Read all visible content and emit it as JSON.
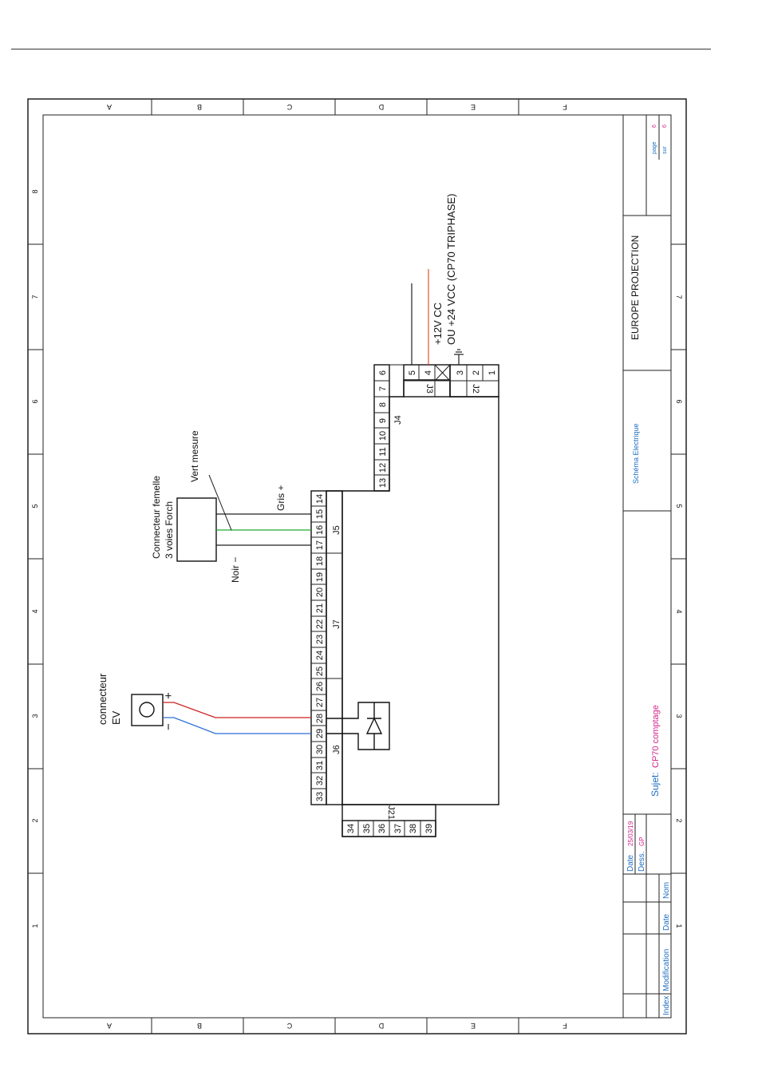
{
  "sheet": {
    "frame_cols": [
      "A",
      "B",
      "C",
      "D",
      "E",
      "F"
    ],
    "frame_rows": [
      "8",
      "7",
      "6",
      "5",
      "4",
      "3",
      "2",
      "1"
    ]
  },
  "title_block": {
    "company": "EUROPE PROJECTION",
    "drawing_type": "Schéma Electrique",
    "subject_label": "Sujet:",
    "subject": "CP70 comptage",
    "date_label": "Date",
    "date_value": "25/03/19",
    "dess_label": "Dess.",
    "dess_value": "GP",
    "page_label": "page",
    "page_value": "6",
    "sur_label": "sur",
    "sur_value": "6",
    "rev_headers": [
      "Index",
      "Modification",
      "Date",
      "Nom"
    ]
  },
  "colors": {
    "red_wire": "#cc2222",
    "blue_wire": "#2a6fd6",
    "green_wire": "#22aa33",
    "orange_wire": "#e0552a",
    "title_blue": "#1f6fc2",
    "title_pink": "#d0258a"
  },
  "diagram": {
    "power_label_1": "+12V CC",
    "power_label_2": "OU +24 VCC (CP70 TRIPHASE)",
    "connector_ev_1": "connecteur",
    "connector_ev_2": "EV",
    "plus_sign": "+",
    "minus_sign": "−",
    "forch_1": "Connecteur femelle",
    "forch_2": "3 voies Forch",
    "vert_mesure": "Vert mesure",
    "gris": "Gris +",
    "noir": "Noir −",
    "J2": "J2",
    "J3": "J3",
    "J4": "J4",
    "J5": "J5",
    "J6": "J6",
    "J7": "J7",
    "J21": "J21"
  },
  "pins": {
    "p1": "1",
    "p2": "2",
    "p3": "3",
    "p4": "4",
    "p5": "5",
    "p6": "6",
    "p7": "7",
    "p8": "8",
    "p9": "9",
    "p10": "10",
    "p11": "11",
    "p12": "12",
    "p13": "13",
    "p14": "14",
    "p15": "15",
    "p16": "16",
    "p17": "17",
    "p18": "18",
    "p19": "19",
    "p20": "20",
    "p21": "21",
    "p22": "22",
    "p23": "23",
    "p24": "24",
    "p25": "25",
    "p26": "26",
    "p27": "27",
    "p28": "28",
    "p29": "29",
    "p30": "30",
    "p31": "31",
    "p32": "32",
    "p33": "33",
    "p34": "34",
    "p35": "35",
    "p36": "36",
    "p37": "37",
    "p38": "38",
    "p39": "39"
  }
}
